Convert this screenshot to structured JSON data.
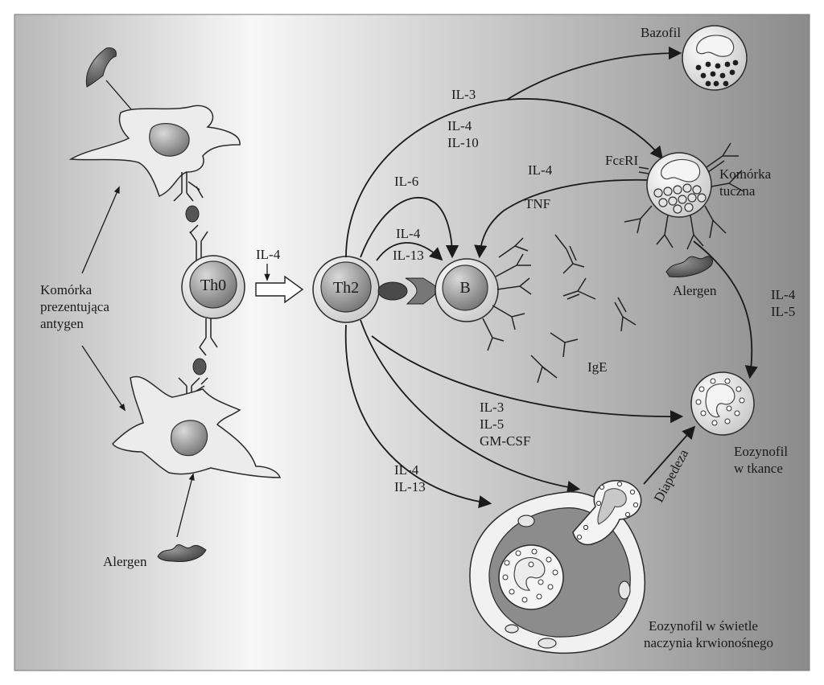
{
  "labels": {
    "apc": [
      "Komórka",
      "prezentująca",
      "antygen"
    ],
    "allergen_bottom_left": "Alergen",
    "th0": "Th0",
    "il4_top": "IL-4",
    "th2": "Th2",
    "b_cell": "B",
    "il6": "IL-6",
    "il4_b": "IL-4",
    "il13_b": "IL-13",
    "il3_top": "IL-3",
    "il4_il10": [
      "IL-4",
      "IL-10"
    ],
    "il4_mast": "IL-4",
    "tnf": "TNF",
    "fceri": "FcεRI",
    "mast_cell": [
      "Komórka",
      "tuczna"
    ],
    "allergen_mast": "Alergen",
    "basophil": "Bazofil",
    "ige": "IgE",
    "il4_il5_right": [
      "IL-4",
      "IL-5"
    ],
    "il3_il5_gmcsf": [
      "IL-3",
      "IL-5",
      "GM-CSF"
    ],
    "il4_il13_bottom": [
      "IL-4",
      "IL-13"
    ],
    "eosinophil_tissue": [
      "Eozynofil",
      "w tkance"
    ],
    "diapedesis": "Diapedeza",
    "eosinophil_vessel": [
      "Eozynofil w świetle",
      "naczynia krwionośnego"
    ]
  },
  "colors": {
    "cell_fill": "#eaeaea",
    "nucleus": "#8f8f8f",
    "background_left": "#b9b9b9",
    "background_center": "#f6f6f6",
    "background_right": "#8c8c8c",
    "outline": "#1a1a1a"
  }
}
